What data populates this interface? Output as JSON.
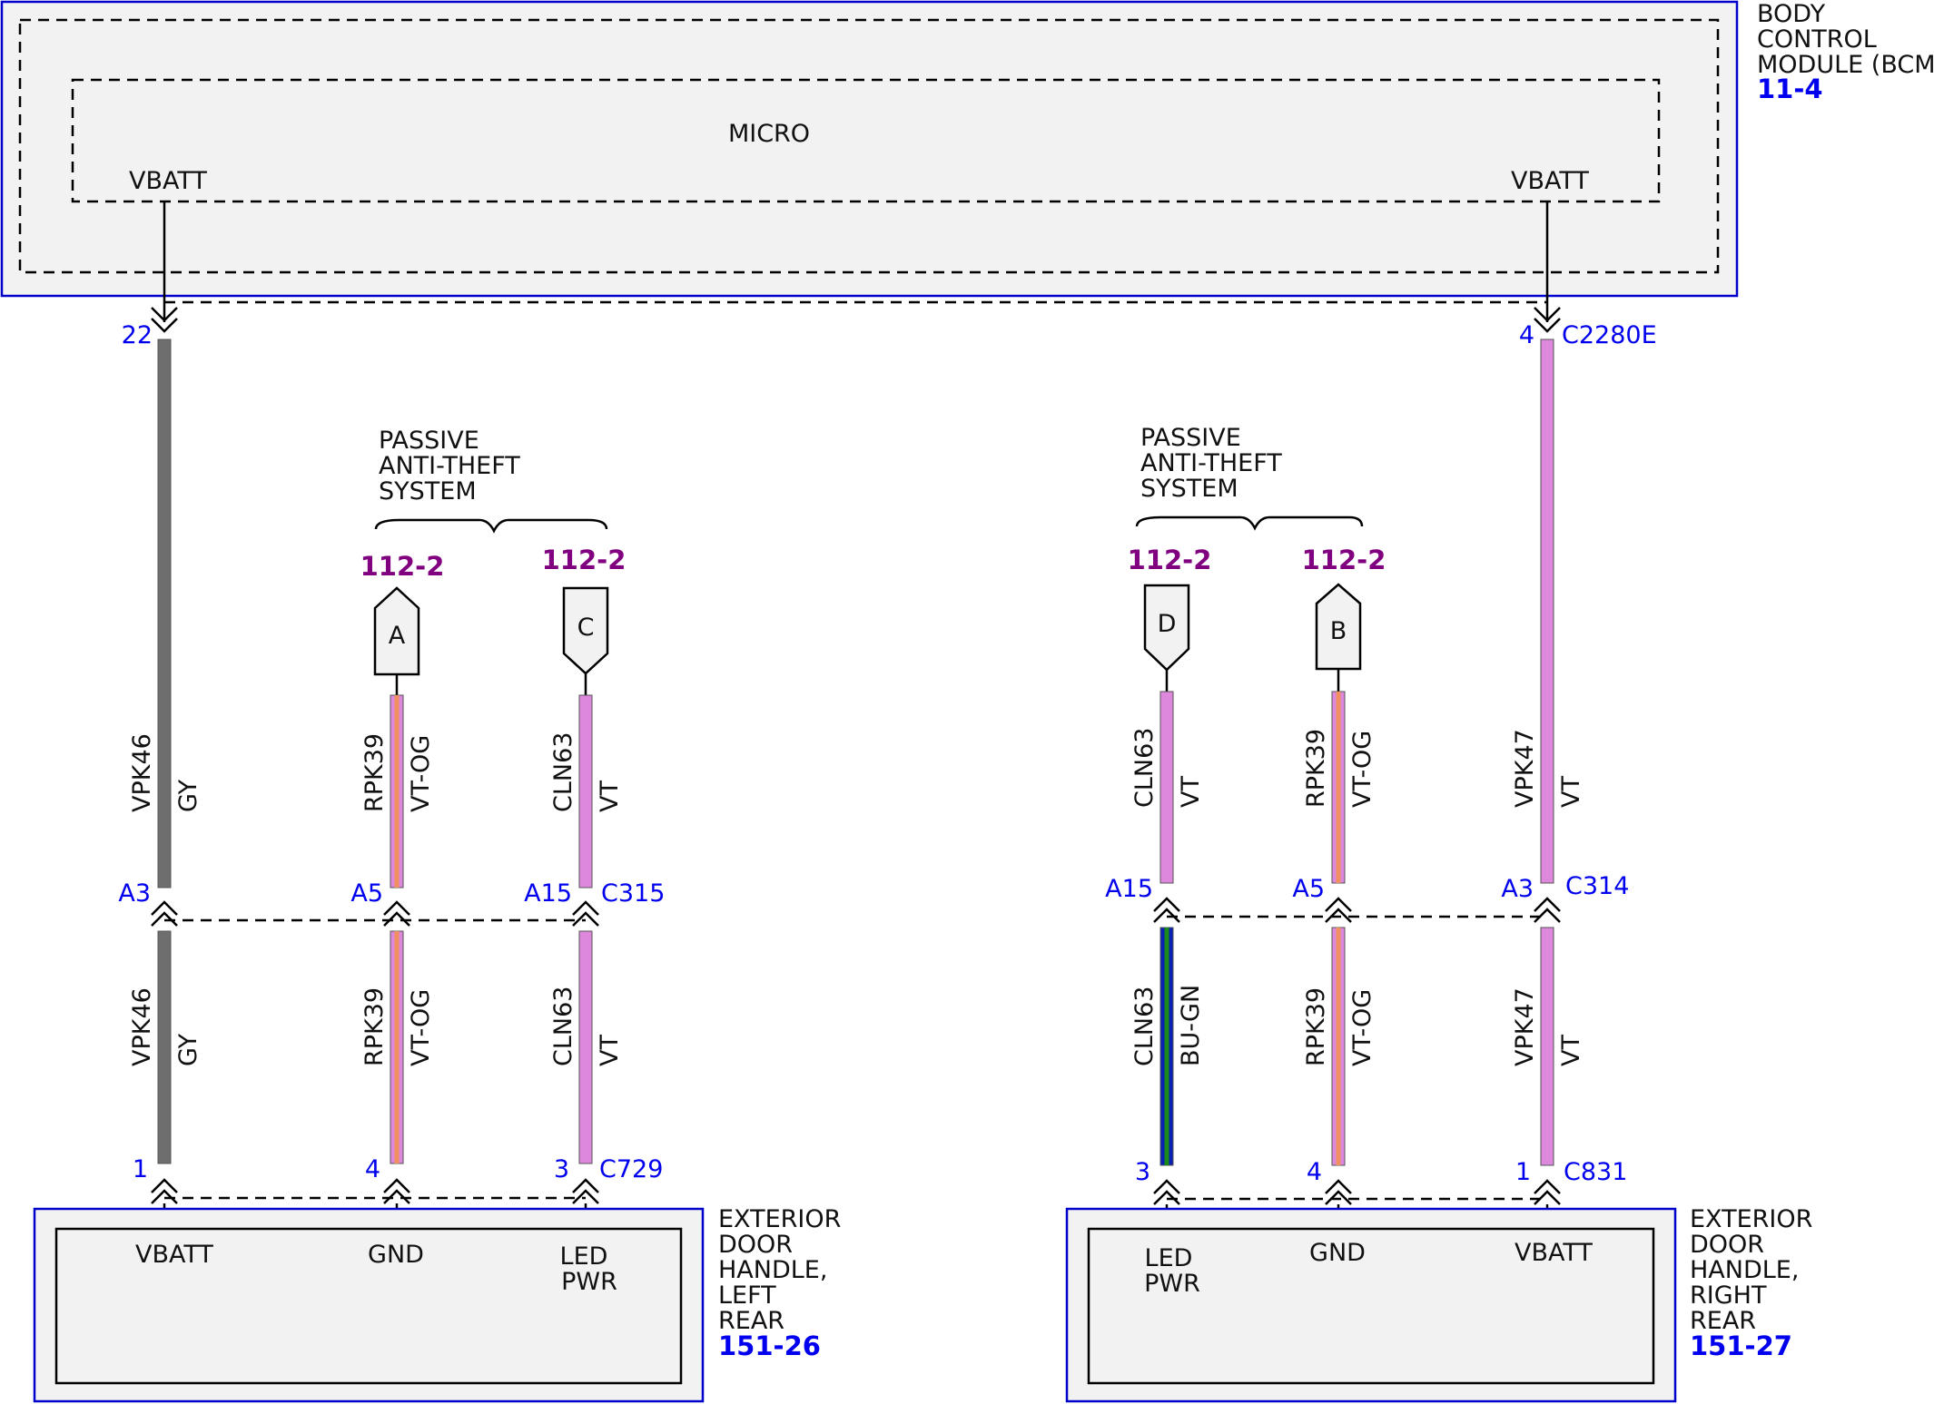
{
  "bcm": {
    "title_lines": [
      "BODY",
      "CONTROL",
      "MODULE (BCM)"
    ],
    "ref": "11-4",
    "inner_label": "MICRO",
    "pin_left_label": "VBATT",
    "pin_right_label": "VBATT"
  },
  "bcm_connector": {
    "left_pin": "22",
    "right_pin": "4",
    "name": "C2280E"
  },
  "pats_left": {
    "label_lines": [
      "PASSIVE",
      "ANTI-THEFT",
      "SYSTEM"
    ],
    "refs": [
      "112-2",
      "112-2"
    ],
    "letters": [
      "A",
      "C"
    ]
  },
  "pats_right": {
    "label_lines": [
      "PASSIVE",
      "ANTI-THEFT",
      "SYSTEM"
    ],
    "refs": [
      "112-2",
      "112-2"
    ],
    "letters": [
      "D",
      "B"
    ]
  },
  "wires": [
    {
      "circuit": "VPK46",
      "color": "GY"
    },
    {
      "circuit": "RPK39",
      "color": "VT-OG"
    },
    {
      "circuit": "CLN63",
      "color": "VT"
    },
    {
      "circuit": "CLN63",
      "color": "VT"
    },
    {
      "circuit": "RPK39",
      "color": "VT-OG"
    },
    {
      "circuit": "VPK47",
      "color": "VT"
    },
    {
      "circuit": "VPK46",
      "color": "GY"
    },
    {
      "circuit": "RPK39",
      "color": "VT-OG"
    },
    {
      "circuit": "CLN63",
      "color": "VT"
    },
    {
      "circuit": "CLN63",
      "color": "BU-GN"
    },
    {
      "circuit": "RPK39",
      "color": "VT-OG"
    },
    {
      "circuit": "VPK47",
      "color": "VT"
    }
  ],
  "mid_left": {
    "pins": [
      "A3",
      "A5",
      "A15"
    ],
    "name": "C315"
  },
  "mid_right": {
    "pins": [
      "A15",
      "A5",
      "A3"
    ],
    "name": "C314"
  },
  "bottom_left": {
    "pins": [
      "1",
      "4",
      "3"
    ],
    "name": "C729"
  },
  "bottom_right": {
    "pins": [
      "3",
      "4",
      "1"
    ],
    "name": "C831"
  },
  "door_left": {
    "pins": [
      "VBATT",
      "GND",
      "LED",
      "PWR"
    ],
    "title_lines": [
      "EXTERIOR",
      "DOOR",
      "HANDLE,",
      "LEFT",
      "REAR"
    ],
    "ref": "151-26"
  },
  "door_right": {
    "pins": [
      "LED",
      "PWR",
      "GND",
      "VBATT"
    ],
    "title_lines": [
      "EXTERIOR",
      "DOOR",
      "HANDLE,",
      "RIGHT",
      "REAR"
    ],
    "ref": "151-27"
  },
  "colors": {
    "module_border": "#0000cc",
    "module_fill": "#f2f2f2",
    "pin_text": "#0000ee",
    "ref_text": "#0000ee",
    "pats_ref_text": "#800080",
    "wire_gy": "#6e6e6e",
    "wire_vt": "#dd88dd",
    "wire_og": "#f09060",
    "wire_bu": "#0a1fb4",
    "wire_gn": "#1a8a1a"
  }
}
